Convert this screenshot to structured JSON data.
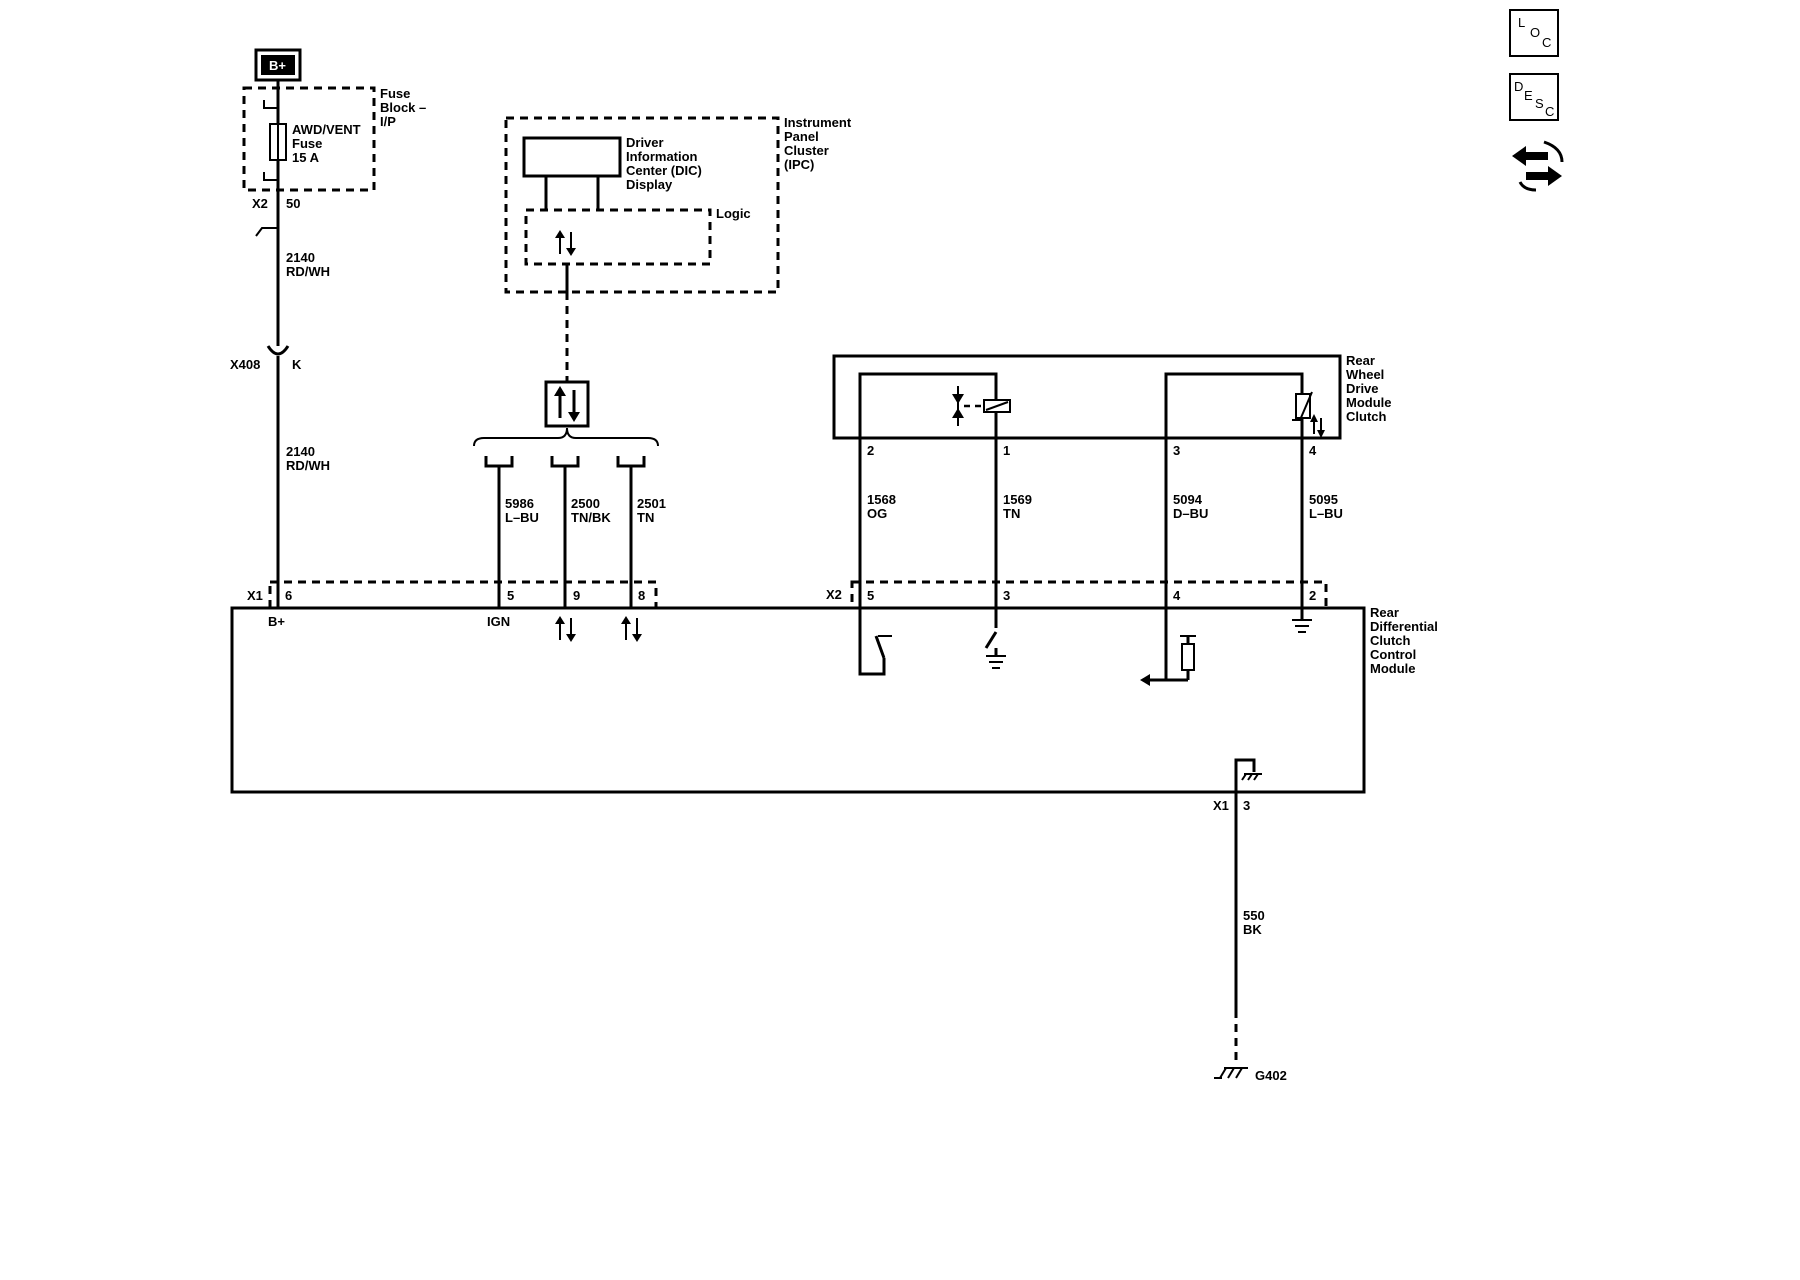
{
  "side_buttons": {
    "loc": [
      "L",
      "O",
      "C"
    ],
    "desc": [
      "D",
      "E",
      "S",
      "C"
    ],
    "icon": "connector-arrows-icon"
  },
  "power": {
    "label": "B+"
  },
  "fuse_block": {
    "name": [
      "Fuse",
      "Block –",
      "I/P"
    ],
    "fuse": [
      "AWD/VENT",
      "Fuse",
      "15 A"
    ],
    "connector": "X2",
    "pin": "50"
  },
  "inline_connector": {
    "name": "X408",
    "pin": "K"
  },
  "wires": {
    "w2140_upper": [
      "2140",
      "RD/WH"
    ],
    "w2140_lower": [
      "2140",
      "RD/WH"
    ],
    "w5986": [
      "5986",
      "L–BU"
    ],
    "w2500": [
      "2500",
      "TN/BK"
    ],
    "w2501": [
      "2501",
      "TN"
    ],
    "w1568": [
      "1568",
      "OG"
    ],
    "w1569": [
      "1569",
      "TN"
    ],
    "w5094": [
      "5094",
      "D–BU"
    ],
    "w5095": [
      "5095",
      "L–BU"
    ],
    "w550": [
      "550",
      "BK"
    ]
  },
  "ipc": {
    "name": [
      "Instrument",
      "Panel",
      "Cluster",
      "(IPC)"
    ],
    "display": [
      "Driver",
      "Information",
      "Center (DIC)",
      "Display"
    ],
    "logic": "Logic"
  },
  "rwd_clutch": {
    "name": [
      "Rear",
      "Wheel",
      "Drive",
      "Module",
      "Clutch"
    ],
    "pins": [
      "2",
      "1",
      "3",
      "4"
    ]
  },
  "rdccm": {
    "name": [
      "Rear",
      "Differential",
      "Clutch",
      "Control",
      "Module"
    ],
    "x1": {
      "connector": "X1",
      "pins": [
        "6",
        "5",
        "9",
        "8"
      ],
      "ground_pin": "3",
      "ground_connector": "X1"
    },
    "x2": {
      "connector": "X2",
      "pins": [
        "5",
        "3",
        "4",
        "2"
      ]
    },
    "b_plus": "B+",
    "ign": "IGN"
  },
  "ground": {
    "name": "G402"
  }
}
